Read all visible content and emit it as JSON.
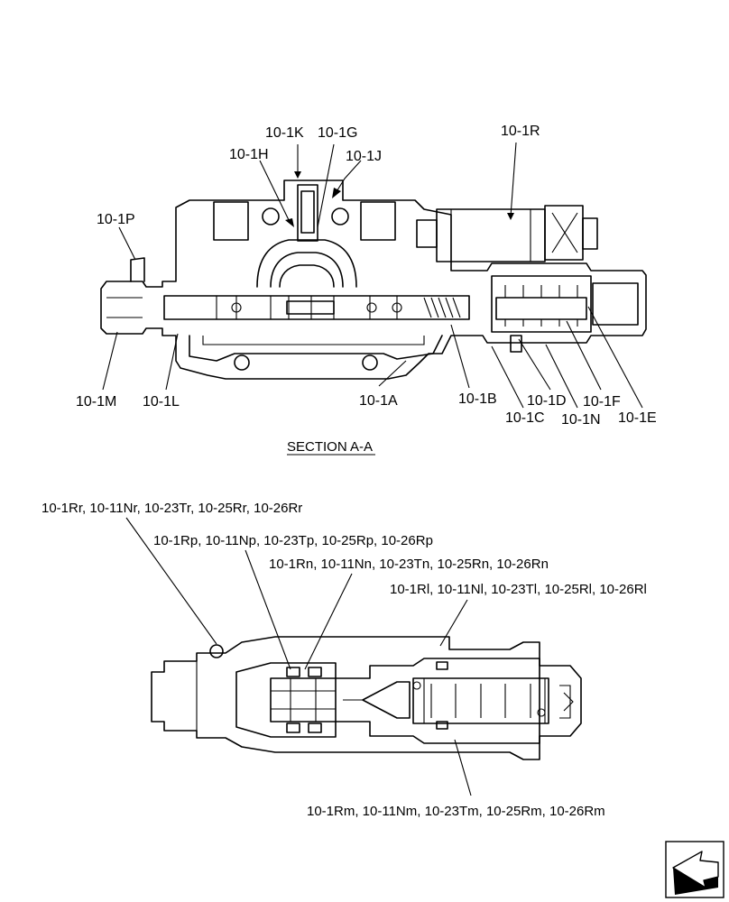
{
  "section_title": "SECTION  A-A",
  "top_labels": {
    "k": "10-1K",
    "g": "10-1G",
    "h": "10-1H",
    "j": "10-1J",
    "r": "10-1R",
    "p": "10-1P",
    "m": "10-1M",
    "l": "10-1L",
    "a": "10-1A",
    "b": "10-1B",
    "c": "10-1C",
    "d": "10-1D",
    "n": "10-1N",
    "f": "10-1F",
    "e": "10-1E"
  },
  "bottom_labels": {
    "rr": "10-1Rr, 10-11Nr, 10-23Tr, 10-25Rr, 10-26Rr",
    "rp": "10-1Rp, 10-11Np, 10-23Tp, 10-25Rp, 10-26Rp",
    "rn": "10-1Rn, 10-11Nn, 10-23Tn, 10-25Rn, 10-26Rn",
    "rl": "10-1Rl, 10-11Nl, 10-23Tl, 10-25Rl, 10-26Rl",
    "rm": "10-1Rm, 10-11Nm, 10-23Tm, 10-25Rm, 10-26Rm"
  },
  "icons": {
    "nav": "next-page-arrow-icon"
  }
}
